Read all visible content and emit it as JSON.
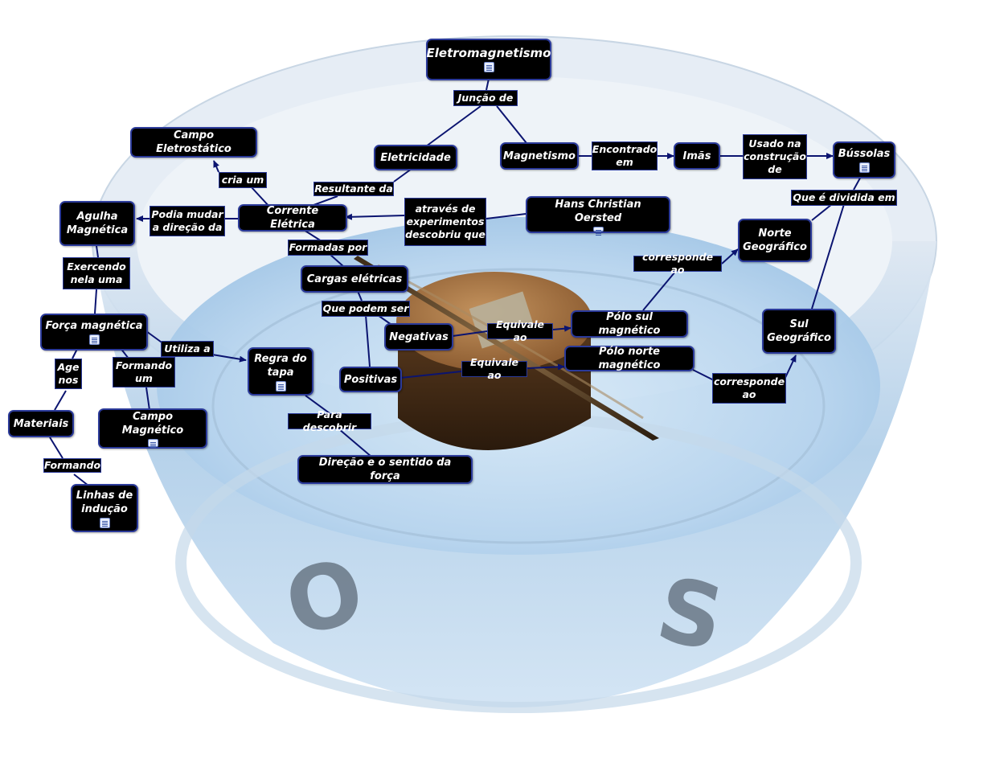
{
  "title": "Eletromagnetismo",
  "concepts": {
    "eletromagnetismo": "Eletromagnetismo",
    "eletricidade": "Eletricidade",
    "magnetismo": "Magnetismo",
    "imas": "Imãs",
    "bussolas": "Bússolas",
    "campo_eletrostatico": "Campo Eletrostático",
    "corrente_eletrica": "Corrente Elétrica",
    "hans": "Hans Christian Oersted",
    "agulha": "Agulha\nMagnética",
    "forca_magnetica": "Força magnética",
    "regra_tapa": "Regra do\ntapa",
    "cargas": "Cargas elétricas",
    "negativas": "Negativas",
    "positivas": "Positivas",
    "polo_sul": "Pólo sul magnético",
    "polo_norte": "Pólo norte magnético",
    "norte_geo": "Norte\nGeográfico",
    "sul_geo": "Sul\nGeográfico",
    "materiais": "Materiais",
    "campo_magnetico": "Campo Magnético",
    "linhas": "Linhas de\nindução",
    "direcao": "Direção e o sentido da força"
  },
  "linking_phrases": {
    "juncao": "Junção de",
    "encontrado": "Encontrado\nem",
    "usado": "Usado na\nconstrução\nde",
    "cria": "cria um",
    "resultante": "Resultante da",
    "atraves": "através de\nexperimentos\ndescobriu que",
    "podia": "Podia mudar\na direção da",
    "exercendo": "Exercendo\nnela uma",
    "formadas": "Formadas por",
    "dividida": "Que é dividida em",
    "corresponde1": "corresponde ao",
    "podem_ser": "Que podem ser",
    "equivale1": "Equivale ao",
    "equivale2": "Equivale ao",
    "utiliza": "Utiliza a",
    "formando_um": "Formando\num",
    "agenos": "Age\nnos",
    "corresponde2": "corresponde\nao",
    "descobrir": "Para descobrir",
    "formando": "Formando"
  },
  "background_letters": {
    "west": "O",
    "south": "S"
  },
  "colors": {
    "node_bg": "#000000",
    "node_border": "#2b3a9a",
    "link": "#0b1470",
    "text": "#ffffff"
  }
}
